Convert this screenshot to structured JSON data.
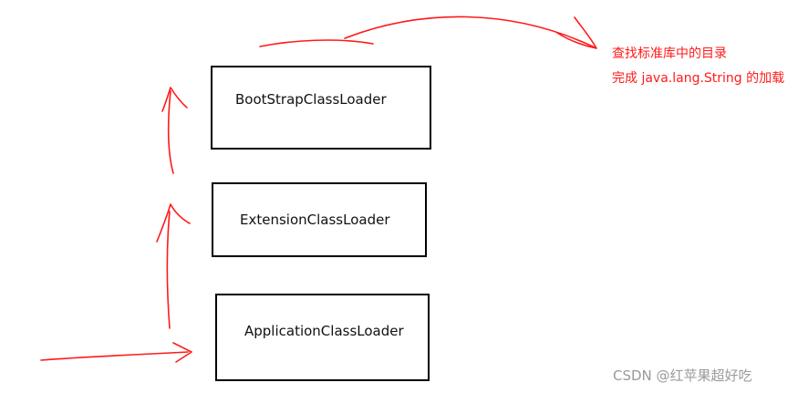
{
  "diagram": {
    "boxes": {
      "bootstrap": "BootStrapClassLoader",
      "extension": "ExtensionClassLoader",
      "application": "ApplicationClassLoader"
    },
    "annotation": {
      "line1": "查找标准库中的目录",
      "line2": "完成 java.lang.String 的加载"
    },
    "arrow_color": "#ff1a1a",
    "box_border_color": "#000000"
  },
  "watermark": "CSDN @红苹果超好吃"
}
